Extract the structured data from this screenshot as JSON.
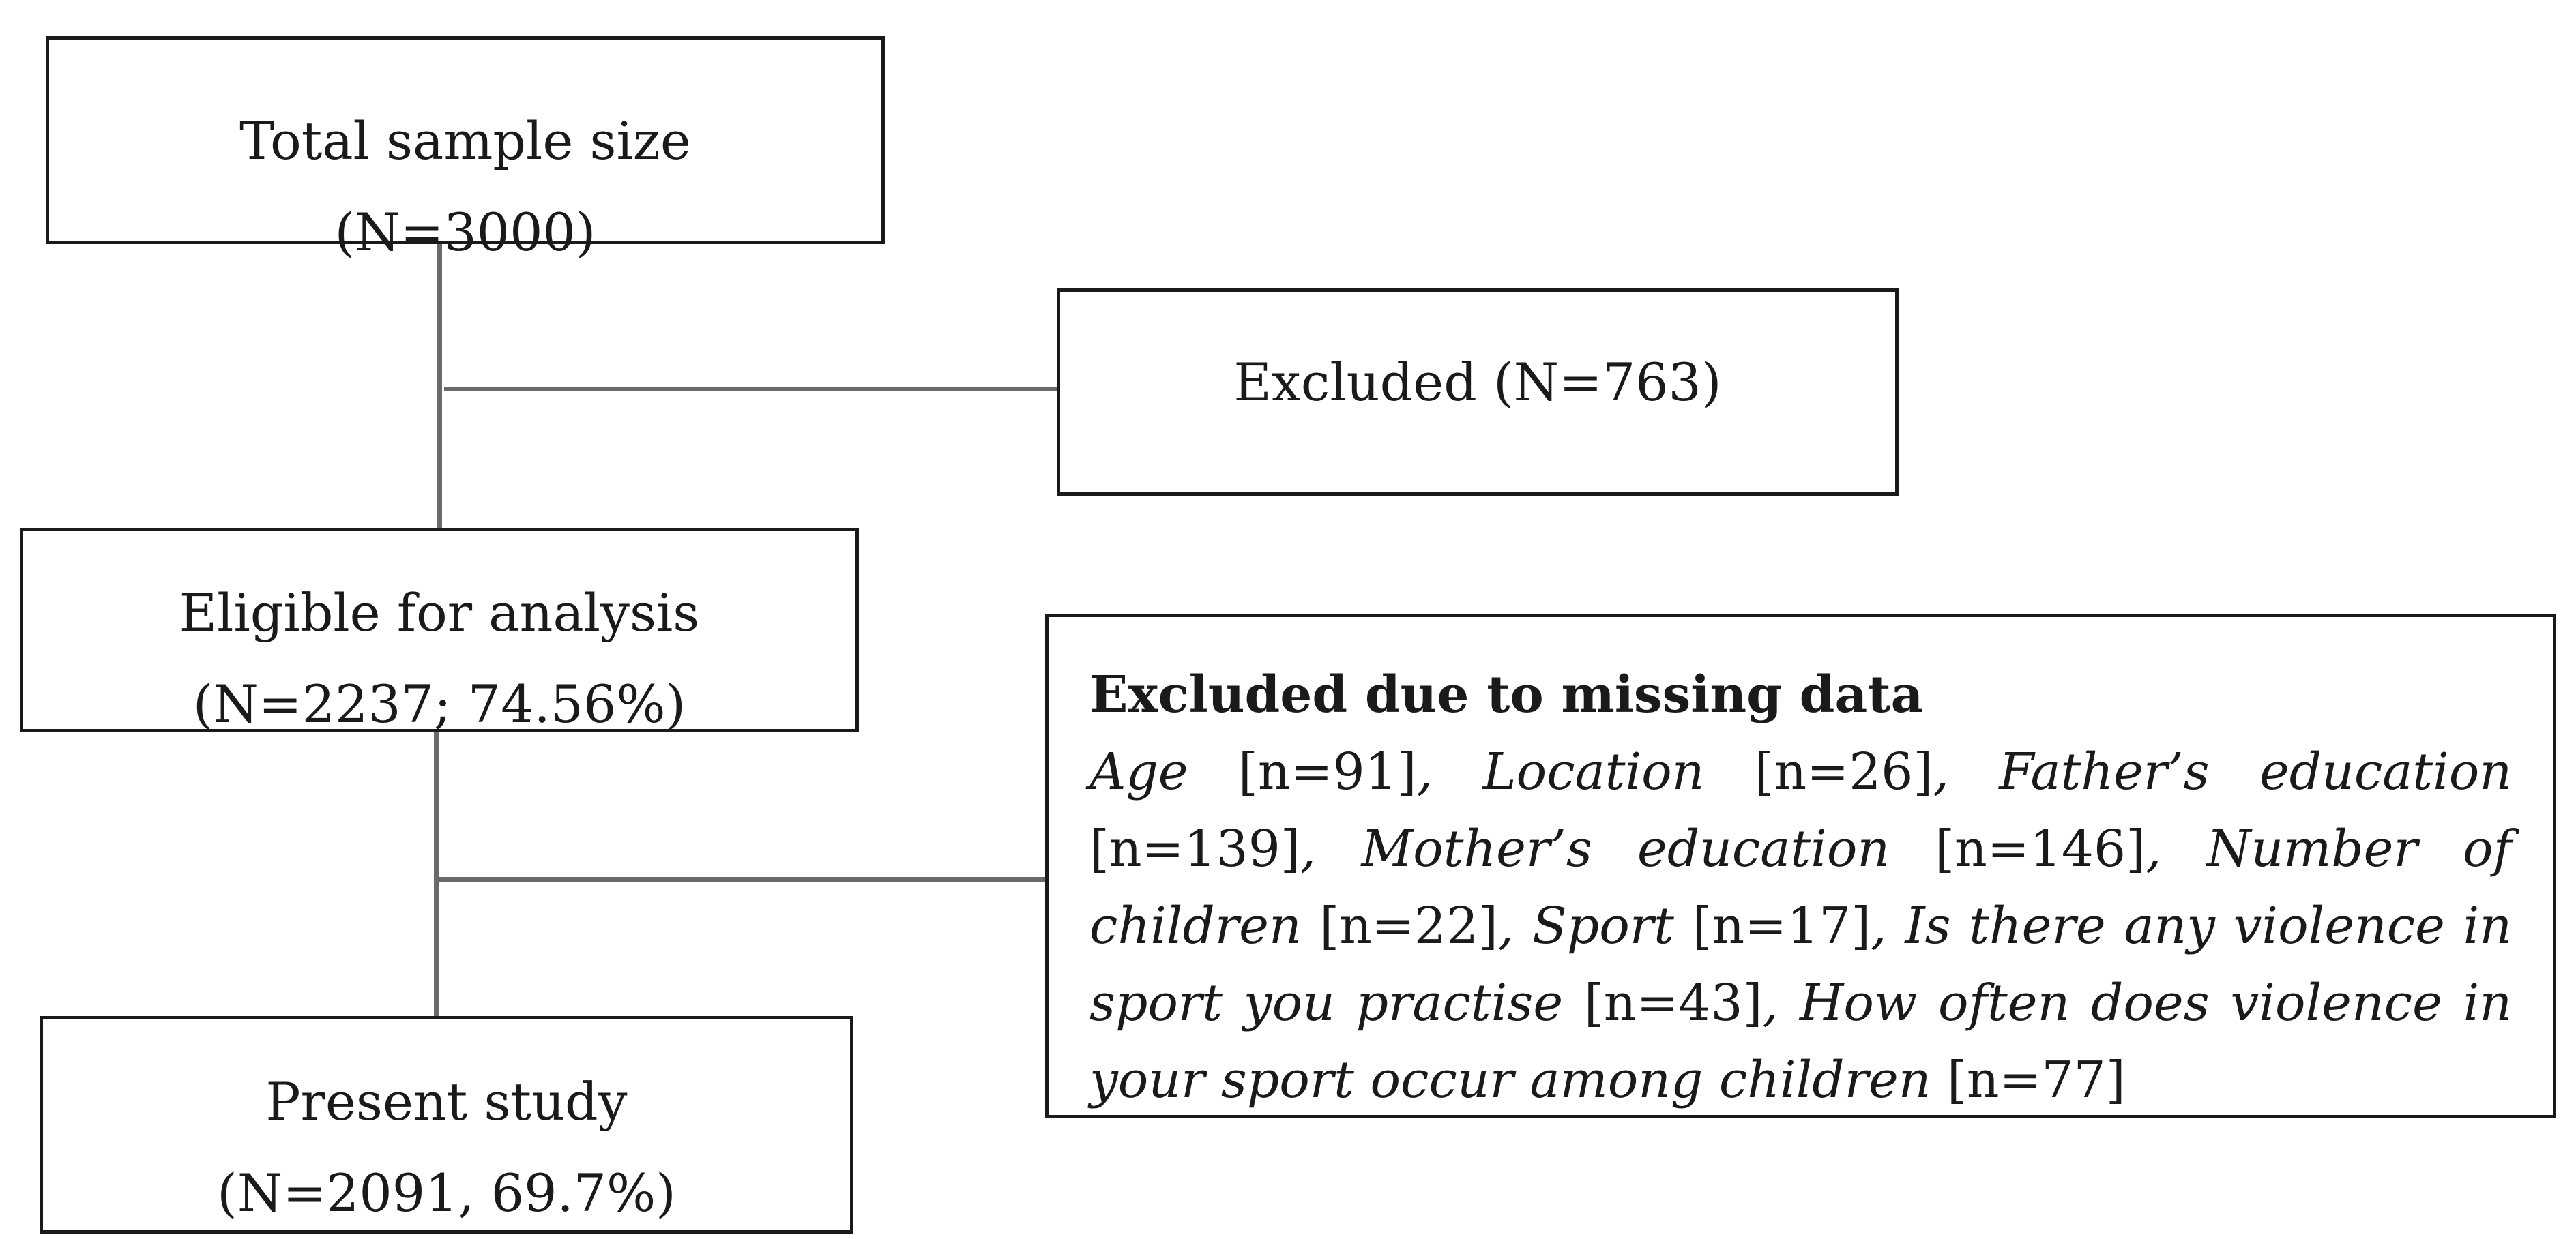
{
  "diagram": {
    "total": {
      "title": "Total sample size",
      "count": "(N=3000)"
    },
    "excluded": {
      "label": "Excluded (N=763)"
    },
    "eligible": {
      "title": "Eligible for analysis",
      "count": "(N=2237; 74.56%)"
    },
    "present": {
      "title": "Present study",
      "count": "(N=2091, 69.7%)"
    },
    "missing": {
      "title": "Excluded due to missing data",
      "items": [
        {
          "name": "Age",
          "count": "[n=91]",
          "sep": ", "
        },
        {
          "name": "Location",
          "count": "[n=26]",
          "sep": ", "
        },
        {
          "name": "Father’s education",
          "count": "[n=139]",
          "sep": ", "
        },
        {
          "name": "Mother’s education",
          "count": "[n=146]",
          "sep": ", "
        },
        {
          "name": "Number of children",
          "count": "[n=22]",
          "sep": ", "
        },
        {
          "name": "Sport",
          "count": "[n=17]",
          "sep": ", "
        },
        {
          "name": "Is there any violence in sport you practise",
          "count": "[n=43]",
          "sep": ", "
        },
        {
          "name": "How often does violence in your sport occur among children",
          "count": "[n=77]",
          "sep": ""
        }
      ]
    }
  }
}
